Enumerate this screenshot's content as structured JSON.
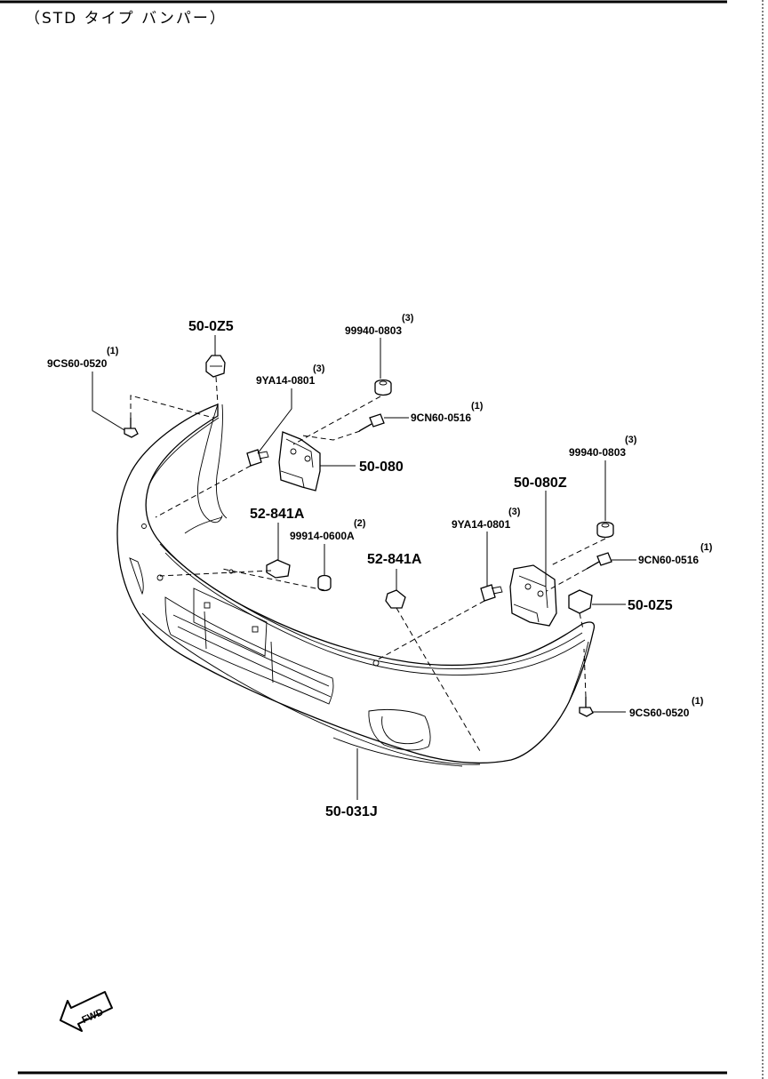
{
  "header": {
    "title": "（STD タイプ バンパー）"
  },
  "callouts": {
    "p50_0z5_top": "50-0Z5",
    "p99940_0803_top": "99940-0803",
    "p99940_0803_top_qty": "(3)",
    "p9cs60_0520_left": "9CS60-0520",
    "p9cs60_0520_left_qty": "(1)",
    "p9ya14_0801_left": "9YA14-0801",
    "p9ya14_0801_left_qty": "(3)",
    "p9cn60_0516_top": "9CN60-0516",
    "p9cn60_0516_top_qty": "(1)",
    "p50_080": "50-080",
    "p99940_0803_right": "99940-0803",
    "p99940_0803_right_qty": "(3)",
    "p50_080z": "50-080Z",
    "p52_841a_left": "52-841A",
    "p99914_0600a": "99914-0600A",
    "p99914_0600a_qty": "(2)",
    "p52_841a_mid": "52-841A",
    "p9ya14_0801_right": "9YA14-0801",
    "p9ya14_0801_right_qty": "(3)",
    "p9cn60_0516_right": "9CN60-0516",
    "p9cn60_0516_right_qty": "(1)",
    "p50_0z5_right": "50-0Z5",
    "p9cs60_0520_right": "9CS60-0520",
    "p9cs60_0520_right_qty": "(1)",
    "p50_031j": "50-031J"
  },
  "fwd_arrow": {
    "label": "FWD"
  }
}
